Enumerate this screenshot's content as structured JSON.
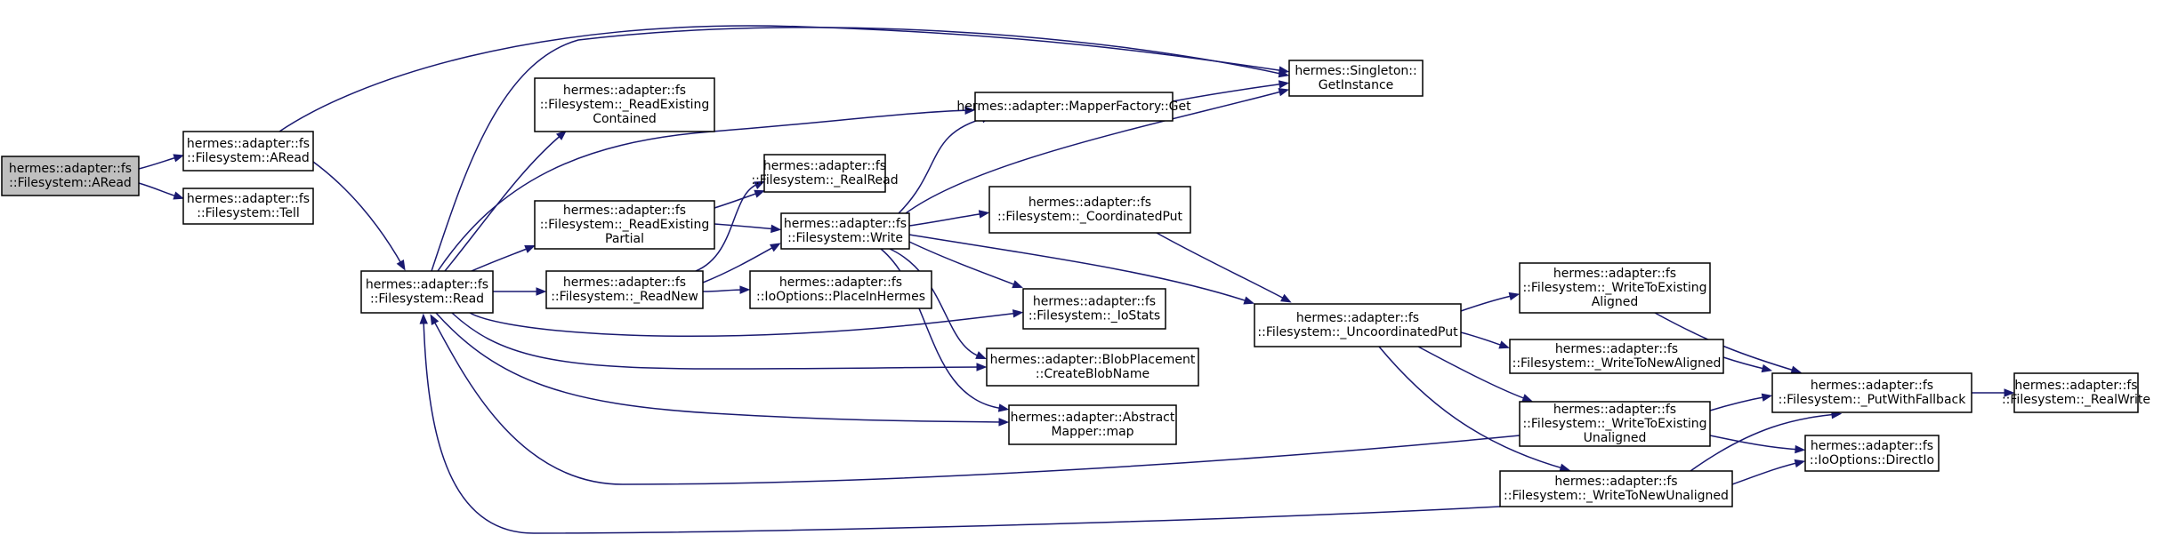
{
  "graph": {
    "edge_color": "#191970",
    "root_fill": "#bfbfbf",
    "nodes": {
      "aread_root": [
        "hermes::adapter::fs",
        "::Filesystem::ARead"
      ],
      "aread": [
        "hermes::adapter::fs",
        "::Filesystem::ARead"
      ],
      "tell": [
        "hermes::adapter::fs",
        "::Filesystem::Tell"
      ],
      "read": [
        "hermes::adapter::fs",
        "::Filesystem::Read"
      ],
      "read_existing_contained": [
        "hermes::adapter::fs",
        "::Filesystem::_ReadExisting",
        "Contained"
      ],
      "read_existing_partial": [
        "hermes::adapter::fs",
        "::Filesystem::_ReadExisting",
        "Partial"
      ],
      "read_new": [
        "hermes::adapter::fs",
        "::Filesystem::_ReadNew"
      ],
      "real_read": [
        "hermes::adapter::fs",
        "::Filesystem::_RealRead"
      ],
      "write": [
        "hermes::adapter::fs",
        "::Filesystem::Write"
      ],
      "place_in_hermes": [
        "hermes::adapter::fs",
        "::IoOptions::PlaceInHermes"
      ],
      "mapper_factory_get": [
        "hermes::adapter::MapperFactory::Get"
      ],
      "singleton_get_instance": [
        "hermes::Singleton::",
        "GetInstance"
      ],
      "coordinated_put": [
        "hermes::adapter::fs",
        "::Filesystem::_CoordinatedPut"
      ],
      "io_stats": [
        "hermes::adapter::fs",
        "::Filesystem::_IoStats"
      ],
      "create_blob_name": [
        "hermes::adapter::BlobPlacement",
        "::CreateBlobName"
      ],
      "abstract_mapper_map": [
        "hermes::adapter::Abstract",
        "Mapper::map"
      ],
      "uncoordinated_put": [
        "hermes::adapter::fs",
        "::Filesystem::_UncoordinatedPut"
      ],
      "write_to_existing_aligned": [
        "hermes::adapter::fs",
        "::Filesystem::_WriteToExisting",
        "Aligned"
      ],
      "write_to_new_aligned": [
        "hermes::adapter::fs",
        "::Filesystem::_WriteToNewAligned"
      ],
      "write_to_existing_unaligned": [
        "hermes::adapter::fs",
        "::Filesystem::_WriteToExisting",
        "Unaligned"
      ],
      "write_to_new_unaligned": [
        "hermes::adapter::fs",
        "::Filesystem::_WriteToNewUnaligned"
      ],
      "put_with_fallback": [
        "hermes::adapter::fs",
        "::Filesystem::_PutWithFallback"
      ],
      "direct_io": [
        "hermes::adapter::fs",
        "::IoOptions::DirectIo"
      ],
      "real_write": [
        "hermes::adapter::fs",
        "::Filesystem::_RealWrite"
      ]
    },
    "edges": [
      [
        "aread_root",
        "aread"
      ],
      [
        "aread_root",
        "tell"
      ],
      [
        "aread",
        "singleton_get_instance"
      ],
      [
        "aread",
        "read"
      ],
      [
        "read",
        "singleton_get_instance"
      ],
      [
        "read",
        "read_existing_contained"
      ],
      [
        "read",
        "mapper_factory_get"
      ],
      [
        "read",
        "read_existing_partial"
      ],
      [
        "read",
        "read_new"
      ],
      [
        "read",
        "io_stats"
      ],
      [
        "read",
        "create_blob_name"
      ],
      [
        "read",
        "abstract_mapper_map"
      ],
      [
        "read_existing_partial",
        "real_read"
      ],
      [
        "read_existing_partial",
        "write"
      ],
      [
        "read_new",
        "real_read"
      ],
      [
        "read_new",
        "write"
      ],
      [
        "read_new",
        "place_in_hermes"
      ],
      [
        "write",
        "mapper_factory_get"
      ],
      [
        "write",
        "singleton_get_instance"
      ],
      [
        "write",
        "coordinated_put"
      ],
      [
        "write",
        "io_stats"
      ],
      [
        "write",
        "create_blob_name"
      ],
      [
        "write",
        "abstract_mapper_map"
      ],
      [
        "write",
        "uncoordinated_put"
      ],
      [
        "mapper_factory_get",
        "singleton_get_instance"
      ],
      [
        "coordinated_put",
        "uncoordinated_put"
      ],
      [
        "uncoordinated_put",
        "write_to_existing_aligned"
      ],
      [
        "uncoordinated_put",
        "write_to_new_aligned"
      ],
      [
        "uncoordinated_put",
        "write_to_existing_unaligned"
      ],
      [
        "uncoordinated_put",
        "write_to_new_unaligned"
      ],
      [
        "write_to_existing_aligned",
        "put_with_fallback"
      ],
      [
        "write_to_new_aligned",
        "put_with_fallback"
      ],
      [
        "write_to_existing_unaligned",
        "put_with_fallback"
      ],
      [
        "write_to_existing_unaligned",
        "direct_io"
      ],
      [
        "write_to_existing_unaligned",
        "read"
      ],
      [
        "write_to_new_unaligned",
        "put_with_fallback"
      ],
      [
        "write_to_new_unaligned",
        "direct_io"
      ],
      [
        "write_to_new_unaligned",
        "read"
      ],
      [
        "put_with_fallback",
        "real_write"
      ]
    ]
  }
}
